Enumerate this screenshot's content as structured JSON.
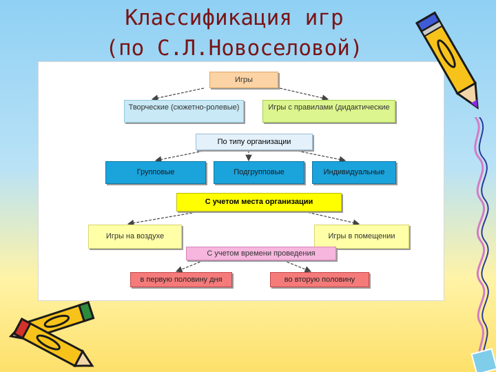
{
  "slide": {
    "title_line1": "Классификация игр",
    "title_line2": "(по С.Л.Новоселовой)"
  },
  "diagram": {
    "root": "Игры",
    "level1": [
      "Творческие (сюжетно-ролевые)",
      "Игры с правилами (дидактические"
    ],
    "org_header": "По типу организации",
    "org_items": [
      "Групповые",
      "Подгрупповые",
      "Индивидуальные"
    ],
    "place_header": "С учетом места организации",
    "place_items": [
      "Игры на воздухе",
      "Игры в помещении"
    ],
    "time_header": "С учетом времени проведения",
    "time_items": [
      "в первую половину дня",
      "во вторую половину"
    ]
  },
  "colors": {
    "root": "#fbd3a4",
    "level1_left": "#c8e9f5",
    "level1_right": "#dcf58e",
    "org_header": "#e4f1fb",
    "org_items": "#1ba3dc",
    "place_header": "#ffff00",
    "place_items": "#ffffa8",
    "time_header": "#f6b6dd",
    "time_items": "#f57a7a",
    "title": "#7a1416"
  },
  "decorations": [
    "pencil-icon",
    "crayons-icon",
    "pencil-icon"
  ]
}
